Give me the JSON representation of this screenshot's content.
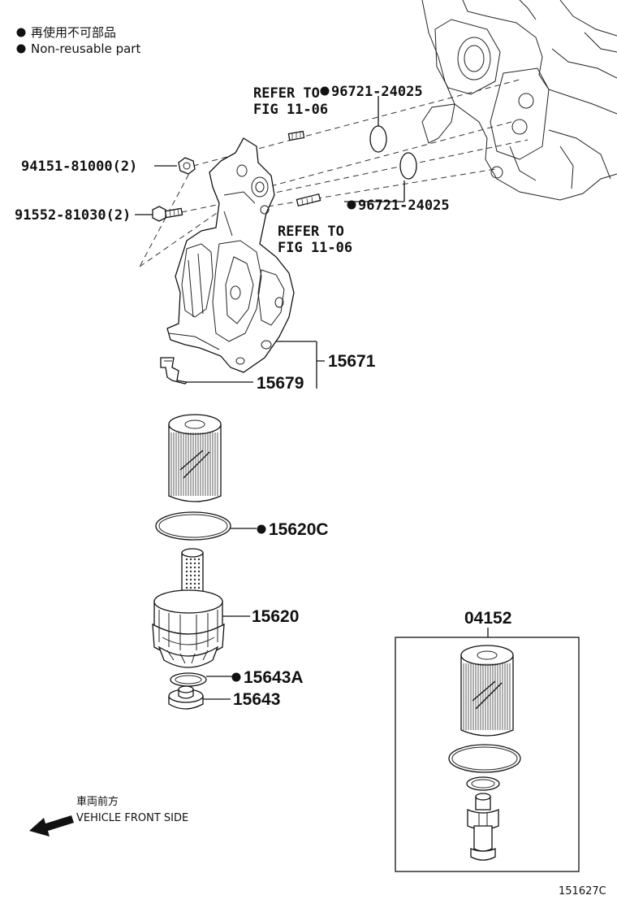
{
  "legend": {
    "jp_text": "再使用不可部品",
    "en_text": "Non-reusable part"
  },
  "labels": {
    "refer_top_line1": "REFER TO",
    "refer_top_line2": "FIG 11-06",
    "refer_mid_line1": "REFER TO",
    "refer_mid_line2": "FIG 11-06",
    "p96721_top": "96721-24025",
    "p96721_mid": "96721-24025",
    "p94151": "94151-81000(2)",
    "p91552": "91552-81030(2)",
    "p15671": "15671",
    "p15679": "15679",
    "p15620C": "15620C",
    "p15620": "15620",
    "p15643A": "15643A",
    "p15643": "15643",
    "p04152": "04152"
  },
  "direction": {
    "jp_text": "車両前方",
    "en_text": "VEHICLE FRONT SIDE"
  },
  "figure_id": "151627C",
  "colors": {
    "ink": "#111111",
    "paper": "#ffffff"
  }
}
